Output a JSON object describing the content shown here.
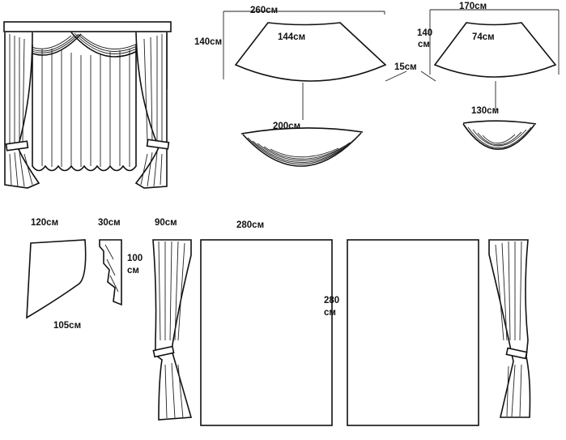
{
  "labels": {
    "swag_large_width": "260см",
    "swag_large_height": "140см",
    "swag_large_top": "144см",
    "swag_gap": "15см",
    "swag_small_width": "170см",
    "swag_small_height_num": "140",
    "swag_small_height_unit": "см",
    "swag_small_top": "74см",
    "swag_large_folded": "200см",
    "swag_small_folded": "130см",
    "tail_top": "120см",
    "tail_bottom": "105см",
    "jabot_width": "30см",
    "jabot_height_num": "100",
    "jabot_height_unit": "см",
    "side_curtain_width": "90см",
    "panel_width": "280см",
    "panel_height_num": "280",
    "panel_height_unit": "см"
  }
}
